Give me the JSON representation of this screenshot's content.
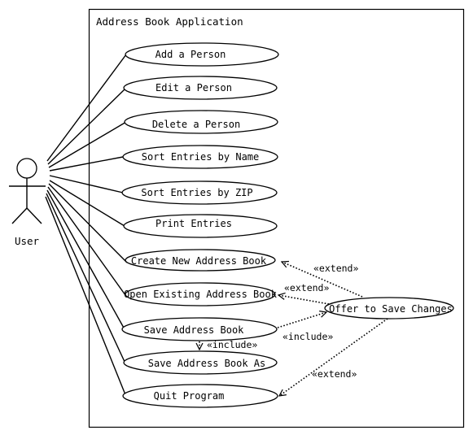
{
  "system": {
    "title": "Address Book Application"
  },
  "actor": {
    "label": "User"
  },
  "use_cases": [
    "Add a Person",
    "Edit a Person",
    "Delete a Person",
    "Sort Entries by Name",
    "Sort Entries by ZIP",
    "Print Entries",
    "Create New Address Book",
    "Open Existing Address Book",
    "Save Address Book",
    "Save Address Book As",
    "Quit Program",
    "Offer to Save Changes"
  ],
  "relationships": {
    "extend_create": "«extend»",
    "extend_open": "«extend»",
    "include_save": "«include»",
    "include_save_as": "«include»",
    "extend_quit": "«extend»"
  }
}
